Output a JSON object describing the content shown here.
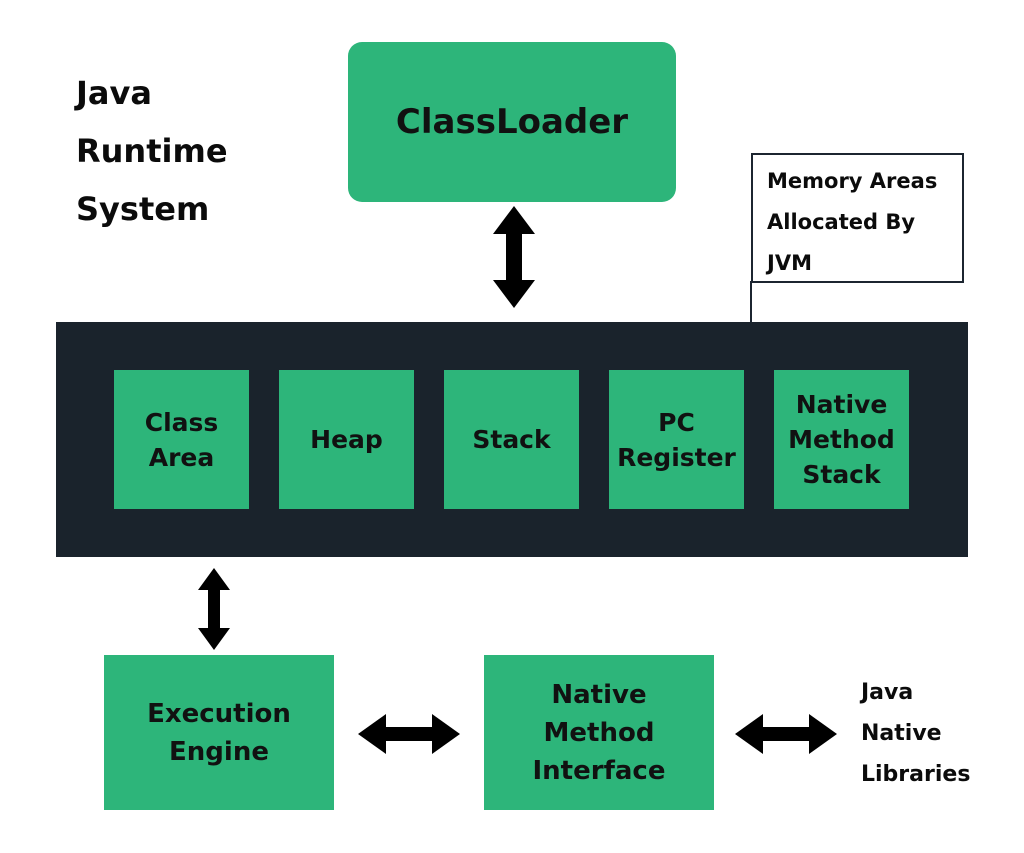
{
  "title": {
    "line1": "Java",
    "line2": "Runtime",
    "line3": "System"
  },
  "classloader": {
    "label": "ClassLoader"
  },
  "callout": {
    "line1": "Memory Areas",
    "line2": "Allocated By",
    "line3": "JVM"
  },
  "memory_areas": [
    {
      "line1": "Class",
      "line2": "Area",
      "line3": ""
    },
    {
      "line1": "Heap",
      "line2": "",
      "line3": ""
    },
    {
      "line1": "Stack",
      "line2": "",
      "line3": ""
    },
    {
      "line1": "PC",
      "line2": "Register",
      "line3": ""
    },
    {
      "line1": "Native",
      "line2": "Method",
      "line3": "Stack"
    }
  ],
  "execution_engine": {
    "line1": "Execution",
    "line2": "Engine"
  },
  "native_method_interface": {
    "line1": "Native",
    "line2": "Method",
    "line3": "Interface"
  },
  "native_libraries": {
    "line1": "Java",
    "line2": "Native",
    "line3": "Libraries"
  },
  "colors": {
    "green": "#2db57a",
    "dark": "#1a232c",
    "arrow": "#000000"
  }
}
